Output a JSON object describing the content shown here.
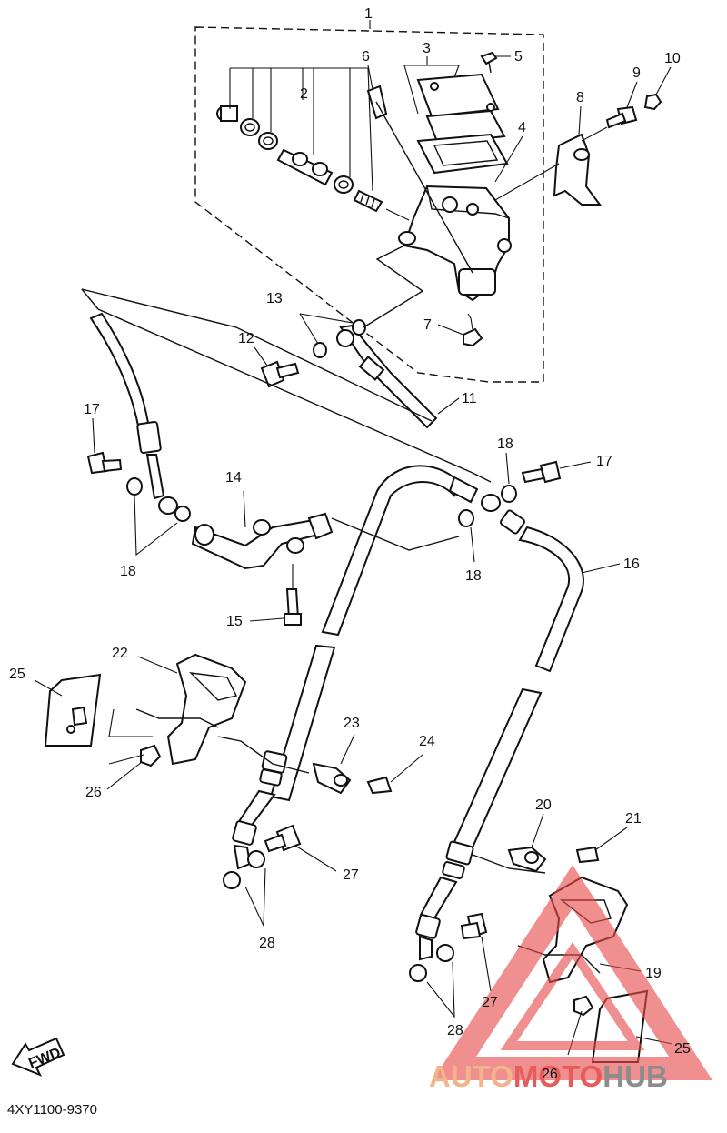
{
  "diagram_code": "4XY1100-9370",
  "direction_label": "FWD",
  "watermark": {
    "part1": "AUTO",
    "part2": "MOTO",
    "part3": "HUB",
    "colors": {
      "auto": "#f2b48a",
      "moto": "#e85b5b",
      "hub": "#8c8c8c",
      "triangle": "#e84b4b"
    }
  },
  "callouts": [
    "1",
    "2",
    "3",
    "4",
    "5",
    "6",
    "7",
    "8",
    "9",
    "10",
    "11",
    "12",
    "13",
    "14",
    "15",
    "16",
    "17",
    "17",
    "18",
    "18",
    "18",
    "19",
    "20",
    "21",
    "22",
    "23",
    "24",
    "25",
    "25",
    "26",
    "26",
    "27",
    "27",
    "28",
    "28"
  ]
}
